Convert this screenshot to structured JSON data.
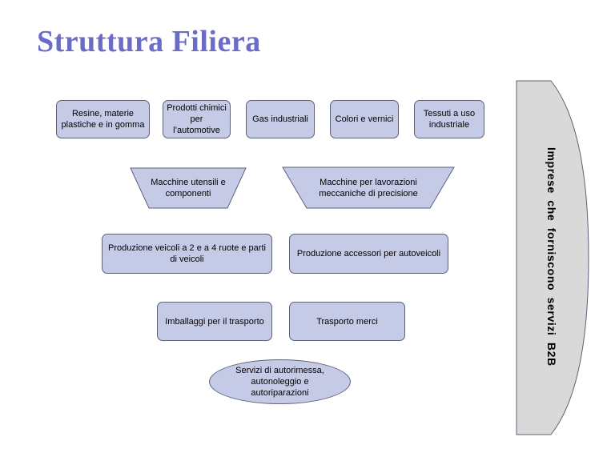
{
  "title": "Struttura Filiera",
  "row1": [
    {
      "label": "Resine, materie plastiche e in gomma"
    },
    {
      "label": "Prodotti chimici per l’automotive"
    },
    {
      "label": "Gas industriali"
    },
    {
      "label": "Colori e vernici"
    },
    {
      "label": "Tessuti a uso industriale"
    }
  ],
  "row2": [
    {
      "label": "Macchine utensili e componenti"
    },
    {
      "label": "Macchine per lavorazioni meccaniche di precisione"
    }
  ],
  "row3": [
    {
      "label": "Produzione veicoli a 2 e a 4 ruote e parti di veicoli"
    },
    {
      "label": "Produzione accessori per autoveicoli"
    }
  ],
  "row4": [
    {
      "label": "Imballaggi per il trasporto"
    },
    {
      "label": "Trasporto merci"
    }
  ],
  "bottom": {
    "label": "Servizi di autorimessa, autonoleggio e autoriparazioni"
  },
  "side": {
    "label": "Imprese che forniscono servizi B2B"
  },
  "colors": {
    "fill": "#c5cbe6",
    "stroke": "#5c6177",
    "title": "#6b6bc8",
    "side_fill": "#d9d9d9"
  }
}
